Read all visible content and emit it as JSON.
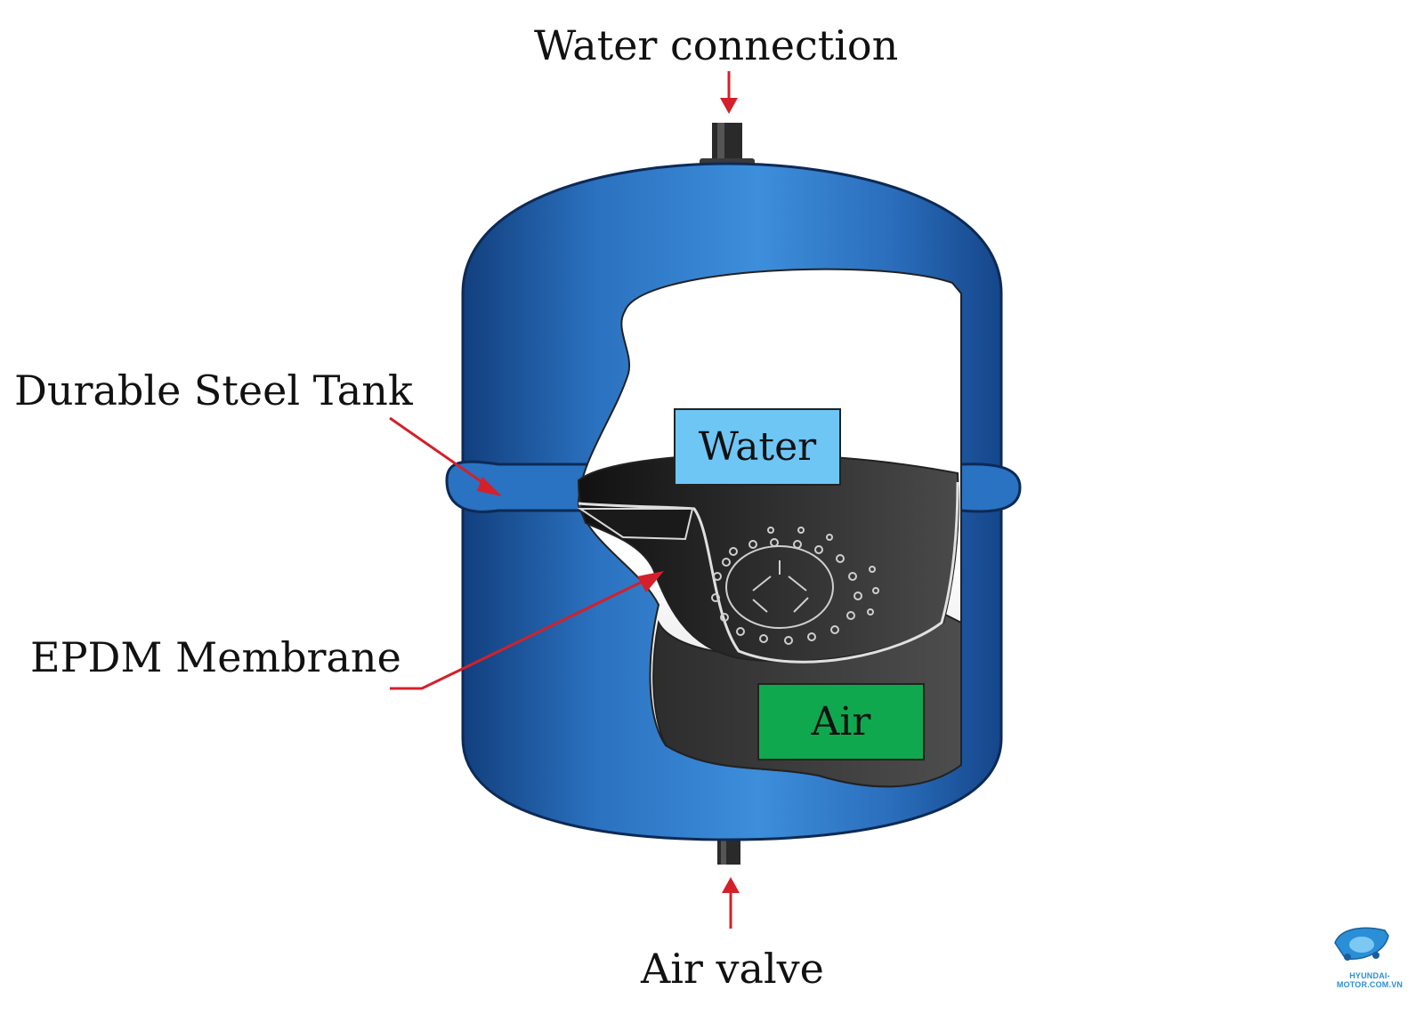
{
  "labels": {
    "water_connection": "Water connection",
    "steel_tank": "Durable Steel Tank",
    "membrane": "EPDM Membrane",
    "air_valve": "Air valve",
    "water": "Water",
    "air": "Air"
  },
  "logo": {
    "text": "HYUNDAI-MOTOR.COM.VN"
  },
  "colors": {
    "tank_blue": "#1f5fae",
    "tank_highlight": "#3a8ad6",
    "membrane_dark": "#3a3a3a",
    "arrow_red": "#d4202a",
    "water_box": "#6ec6f5",
    "air_box": "#10a84e",
    "logo_blue": "#2a8fd6"
  }
}
